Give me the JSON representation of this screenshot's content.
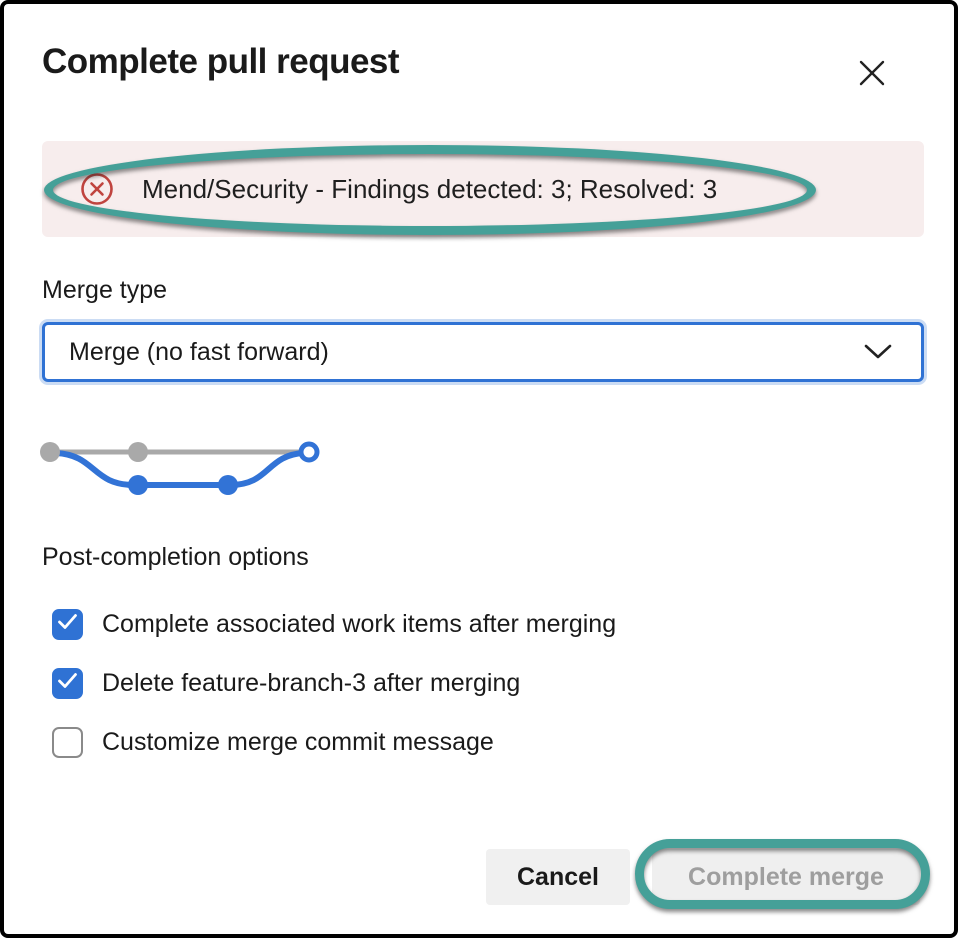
{
  "dialog": {
    "title": "Complete pull request"
  },
  "alert": {
    "text": "Mend/Security - Findings detected: 3; Resolved: 3",
    "icon": "error-circle-x-icon",
    "background_color": "#f7eded",
    "icon_color": "#c0443f"
  },
  "merge_type": {
    "label": "Merge type",
    "selected_option": "Merge (no fast forward)"
  },
  "merge_diagram": {
    "description": "git graph showing merge with no fast forward",
    "main_branch_color": "#a9a9a9",
    "feature_branch_color": "#3273d6"
  },
  "post_completion": {
    "label": "Post-completion options",
    "options": [
      {
        "label": "Complete associated work items after merging",
        "checked": true
      },
      {
        "label": "Delete feature-branch-3 after merging",
        "checked": true
      },
      {
        "label": "Customize merge commit message",
        "checked": false
      }
    ]
  },
  "footer": {
    "cancel_label": "Cancel",
    "complete_label": "Complete merge",
    "complete_disabled": true
  },
  "annotations": {
    "color": "#45a098",
    "highlighted": [
      "alert-banner",
      "complete-merge-button"
    ]
  },
  "colors": {
    "accent_blue": "#2f72d4",
    "checkbox_checked": "#2f72d4",
    "dialog_border": "#000000"
  }
}
